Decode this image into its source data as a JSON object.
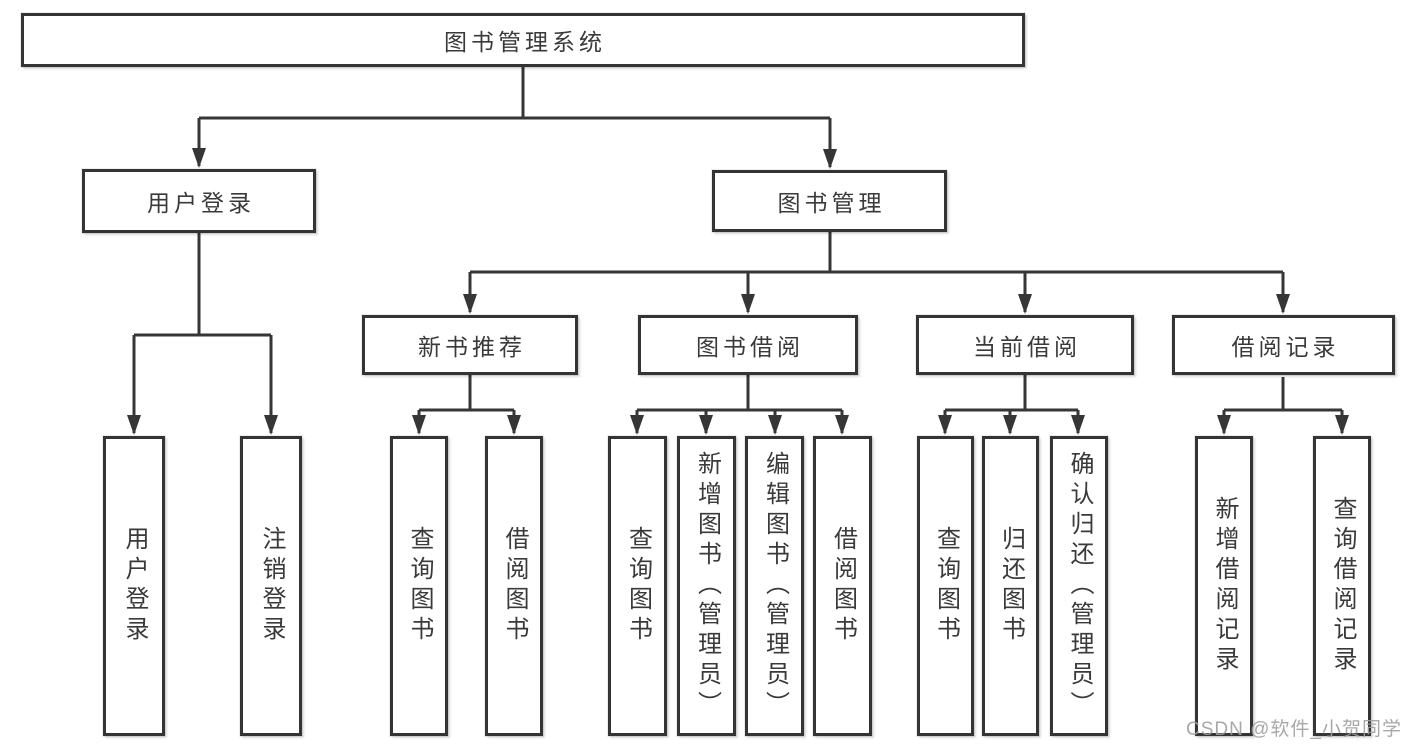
{
  "tree": {
    "root": {
      "label": "图书管理系统"
    },
    "children": [
      {
        "label": "用户登录",
        "children": [
          {
            "label": "用户登录"
          },
          {
            "label": "注销登录"
          }
        ]
      },
      {
        "label": "图书管理",
        "children": [
          {
            "label": "新书推荐",
            "children": [
              {
                "label": "查询图书"
              },
              {
                "label": "借阅图书"
              }
            ]
          },
          {
            "label": "图书借阅",
            "children": [
              {
                "label": "查询图书"
              },
              {
                "label": "新增图书（管理员）"
              },
              {
                "label": "编辑图书（管理员）"
              },
              {
                "label": "借阅图书"
              }
            ]
          },
          {
            "label": "当前借阅",
            "children": [
              {
                "label": "查询图书"
              },
              {
                "label": "归还图书"
              },
              {
                "label": "确认归还（管理员）"
              }
            ]
          },
          {
            "label": "借阅记录",
            "children": [
              {
                "label": "新增借阅记录"
              },
              {
                "label": "查询借阅记录"
              }
            ]
          }
        ]
      }
    ]
  },
  "watermark": {
    "text": "CSDN @软件_小贺同学"
  },
  "colors": {
    "line": "#363636",
    "box_border": "#343434",
    "box_background": "#ffffff",
    "text": "#3a3a3a",
    "watermark": "#9e9e9e"
  }
}
